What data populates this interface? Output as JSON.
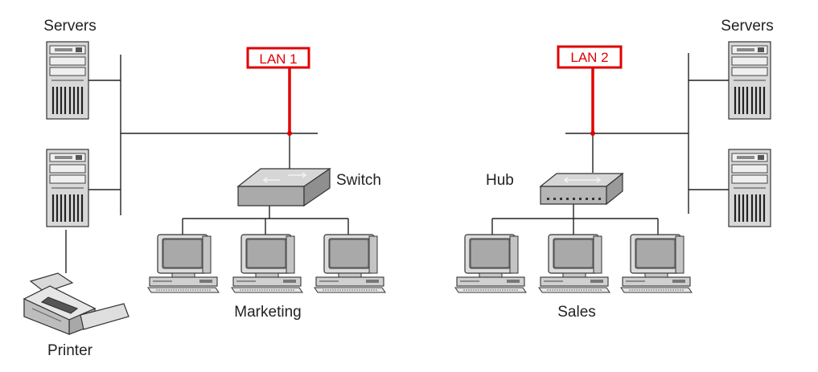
{
  "labels": {
    "servers_left": "Servers",
    "servers_right": "Servers",
    "lan1": "LAN 1",
    "lan2": "LAN 2",
    "switch": "Switch",
    "hub": "Hub",
    "marketing": "Marketing",
    "sales": "Sales",
    "printer": "Printer"
  },
  "colors": {
    "lan_accent": "#e00000",
    "line": "#222222",
    "device_gray": "#b8b8b8"
  },
  "icons": [
    "server-icon",
    "printer-icon",
    "switch-icon",
    "hub-icon",
    "workstation-icon"
  ]
}
